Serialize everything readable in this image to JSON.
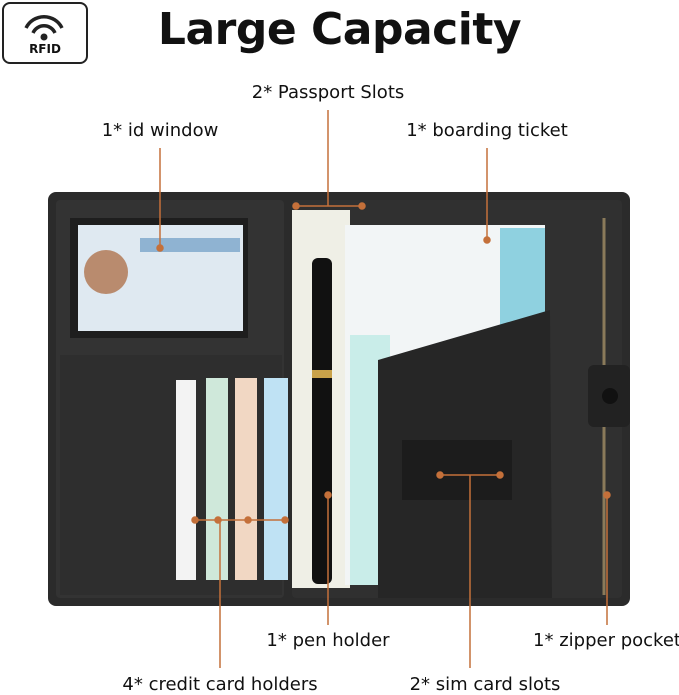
{
  "title": "Large Capacity",
  "badge": {
    "icon": "rfid-wifi-icon",
    "label": "RFID"
  },
  "labels": {
    "passport": "2* Passport Slots",
    "id_window": "1* id window",
    "boarding": "1* boarding ticket",
    "pen": "1* pen holder",
    "zipper": "1* zipper pocket",
    "cards": "4* credit card holders",
    "sim": "2* sim card slots"
  },
  "colors": {
    "accent": "#c4703a",
    "wallet": "#2a2a2a",
    "text": "#111111"
  }
}
